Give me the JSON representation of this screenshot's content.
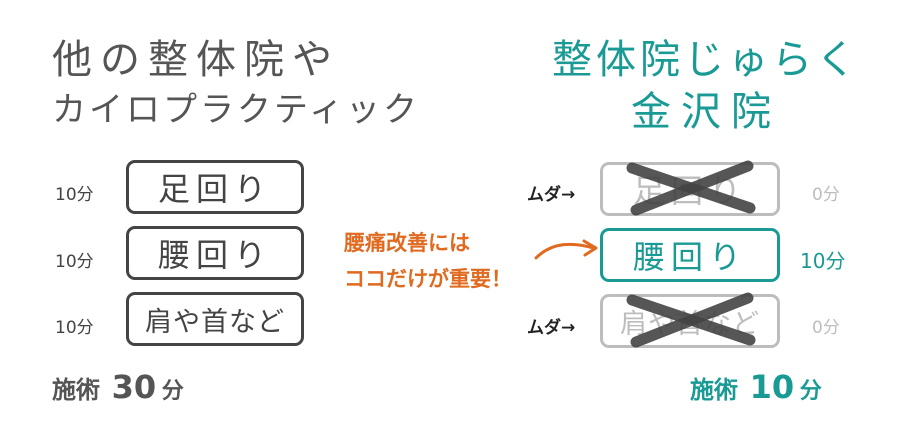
{
  "left": {
    "title_line1": "他の整体院や",
    "title_line2": "カイロプラクティック",
    "rows": [
      {
        "minutes": "10分",
        "label": "足回り"
      },
      {
        "minutes": "10分",
        "label": "腰回り"
      },
      {
        "minutes": "10分",
        "label": "肩や首など"
      }
    ],
    "total_prefix": "施術",
    "total_value": "30",
    "total_unit": "分"
  },
  "right": {
    "title_line1": "整体院じゅらく",
    "title_line2": "金沢院",
    "rows": [
      {
        "prefix": "ムダ→",
        "label": "足回り",
        "minutes": "0分"
      },
      {
        "prefix": "",
        "label": "腰回り",
        "minutes": "10分"
      },
      {
        "prefix": "ムダ→",
        "label": "肩や首など",
        "minutes": "0分"
      }
    ],
    "total_prefix": "施術",
    "total_value": "10",
    "total_unit": "分"
  },
  "callout": {
    "line1": "腰痛改善には",
    "line2": "ココだけが重要！"
  },
  "colors": {
    "teal": "#1a9a95",
    "orange": "#e06a1f",
    "dark": "#444444",
    "faded": "#bdbdbd"
  }
}
